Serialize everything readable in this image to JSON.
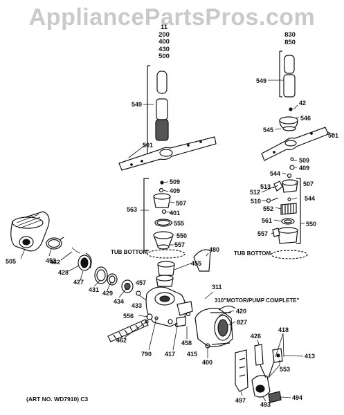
{
  "watermark": "AppliancePartsPros.com",
  "models_left": [
    "11",
    "200",
    "400",
    "430",
    "500"
  ],
  "models_right": [
    "830",
    "850"
  ],
  "notes": {
    "tub_bottom_left": "TUB BOTTOM",
    "tub_bottom_right": "TUB BOTTOM",
    "motor_pump": "310\"MOTOR/PUMP COMPLETE\"",
    "art_no": "(ART NO. WD7910) C3"
  },
  "parts": {
    "p549a": "549",
    "p501a": "501",
    "p509a": "509",
    "p409a": "409",
    "p507a": "507",
    "p401": "401",
    "p563": "563",
    "p555": "555",
    "p550a": "550",
    "p557a": "557",
    "p480": "480",
    "p455": "455",
    "p311": "311",
    "p457": "457",
    "p420": "420",
    "p827": "827",
    "p505": "505",
    "p452": "452",
    "p432": "432",
    "p428": "428",
    "p427": "427",
    "p431": "431",
    "p429": "429",
    "p434": "434",
    "p433": "433",
    "p556": "556",
    "p462": "462",
    "p790": "790",
    "p417": "417",
    "p415": "415",
    "p458": "458",
    "p400": "400",
    "p549b": "549",
    "p42": "42",
    "p546": "546",
    "p545": "545",
    "p501b": "501",
    "p509b": "509",
    "p409b": "409",
    "p544a": "544",
    "p507b": "507",
    "p513": "513",
    "p512": "512",
    "p510": "510",
    "p544b": "544",
    "p552": "552",
    "p561": "561",
    "p557b": "557",
    "p550b": "550",
    "p426": "426",
    "p418": "418",
    "p413": "413",
    "p553": "553",
    "p497": "497",
    "p493": "493",
    "p494": "494"
  }
}
